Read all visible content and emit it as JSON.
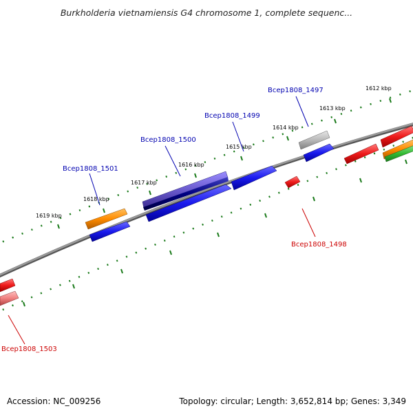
{
  "title": "Burkholderia vietnamiensis G4 chromosome 1, complete sequenc...",
  "colors": {
    "background": "#ffffff",
    "backbone": "#808080",
    "tick": "#1a7a1a",
    "label_forward": "#0000b0",
    "label_reverse": "#cc0000",
    "gene_blue": "#1a1aee",
    "gene_red": "#ee1a1a",
    "gene_orange": "#ff8c00",
    "gene_gray": "#b8b8b8",
    "gene_purple": "#6a5acd",
    "gene_navy": "#000080",
    "gene_green": "#33bb33",
    "gene_pink": "#f08080"
  },
  "ticks": {
    "upper": [
      "1612 kbp",
      "1613 kbp",
      "1614 kbp",
      "1615 kbp",
      "1616 kbp",
      "1617 kbp",
      "1618 kbp",
      "1619 kbp"
    ]
  },
  "gene_labels": {
    "bcep1497": "Bcep1808_1497",
    "bcep1499": "Bcep1808_1499",
    "bcep1500": "Bcep1808_1500",
    "bcep1501": "Bcep1808_1501",
    "bcep1498": "Bcep1808_1498",
    "bcep1503": "Bcep1808_1503"
  },
  "footer": {
    "accession": "Accession: NC_009256",
    "summary": "Topology: circular; Length: 3,652,814 bp; Genes: 3,349"
  }
}
